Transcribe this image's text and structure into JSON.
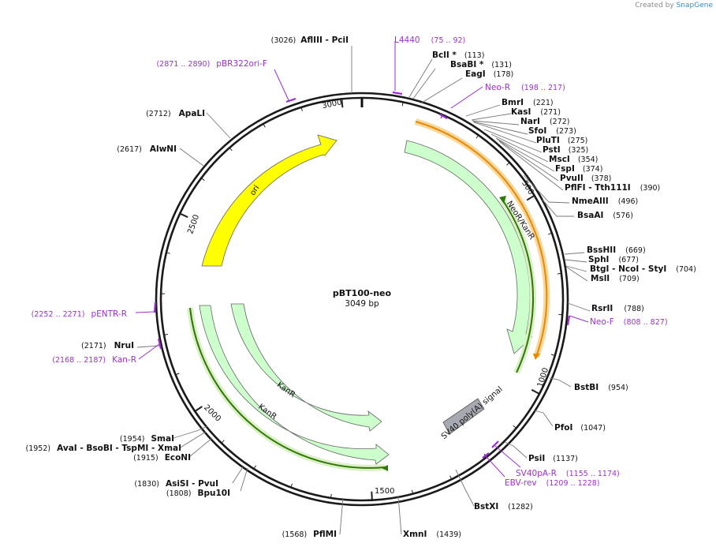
{
  "credit": {
    "prefix": "Created by",
    "brand": "SnapGene"
  },
  "plasmid": {
    "name": "pBT100-neo",
    "length_label": "3049 bp",
    "length": 3049
  },
  "ticks": [
    "500",
    "1000",
    "1500",
    "2000",
    "2500",
    "3000"
  ],
  "sites": [
    {
      "name": "AflIII  - PciI",
      "pos": "(3026)"
    },
    {
      "name": "BclI *",
      "pos": "(113)"
    },
    {
      "name": "BsaBI *",
      "pos": "(131)"
    },
    {
      "name": "EagI",
      "pos": "(178)"
    },
    {
      "name": "BmrI",
      "pos": "(221)"
    },
    {
      "name": "KasI",
      "pos": "(271)"
    },
    {
      "name": "NarI",
      "pos": "(272)"
    },
    {
      "name": "SfoI",
      "pos": "(273)"
    },
    {
      "name": "PluTI",
      "pos": "(275)"
    },
    {
      "name": "PstI",
      "pos": "(325)"
    },
    {
      "name": "MscI",
      "pos": "(354)"
    },
    {
      "name": "FspI",
      "pos": "(374)"
    },
    {
      "name": "PvuII",
      "pos": "(378)"
    },
    {
      "name": "PflFI  - Tth111I",
      "pos": "(390)"
    },
    {
      "name": "NmeAIII",
      "pos": "(496)"
    },
    {
      "name": "BsaAI",
      "pos": "(576)"
    },
    {
      "name": "BssHII",
      "pos": "(669)"
    },
    {
      "name": "SphI",
      "pos": "(677)"
    },
    {
      "name": "BtgI  - NcoI  - StyI",
      "pos": "(704)"
    },
    {
      "name": "MslI",
      "pos": "(709)"
    },
    {
      "name": "RsrII",
      "pos": "(788)"
    },
    {
      "name": "BstBI",
      "pos": "(954)"
    },
    {
      "name": "PfoI",
      "pos": "(1047)"
    },
    {
      "name": "PsiI",
      "pos": "(1137)"
    },
    {
      "name": "BstXI",
      "pos": "(1282)"
    },
    {
      "name": "XmnI",
      "pos": "(1439)"
    },
    {
      "name": "PflMI",
      "pos": "(1568)"
    },
    {
      "name": "AsiSI  - PvuI",
      "pos": "(1830)"
    },
    {
      "name": "Bpu10I",
      "pos": "(1808)"
    },
    {
      "name": "EcoNI",
      "pos": "(1915)"
    },
    {
      "name": "SmaI",
      "pos": "(1954)"
    },
    {
      "name": "AvaI  - BsoBI  - TspMI  - XmaI",
      "pos": "(1952)"
    },
    {
      "name": "NruI",
      "pos": "(2171)"
    },
    {
      "name": "AlwNI",
      "pos": "(2617)"
    },
    {
      "name": "ApaLI",
      "pos": "(2712)"
    }
  ],
  "primers": [
    {
      "name": "L4440",
      "range": "(75 .. 92)"
    },
    {
      "name": "Neo-R",
      "range": "(198 .. 217)"
    },
    {
      "name": "Neo-F",
      "range": "(808 .. 827)"
    },
    {
      "name": "SV40pA-R",
      "range": "(1155 .. 1174)"
    },
    {
      "name": "EBV-rev",
      "range": "(1209 .. 1228)"
    },
    {
      "name": "Kan-R",
      "range": "(2168 .. 2187)"
    },
    {
      "name": "pENTR-R",
      "range": "(2252 .. 2271)"
    },
    {
      "name": "pBR322ori-F",
      "range": "(2871 .. 2890)"
    }
  ],
  "features": [
    {
      "name": "ori",
      "color": "#ffff00"
    },
    {
      "name": "NeoR/KanR",
      "color": "#ccffcc"
    },
    {
      "name": "KanR",
      "color": "#ccffcc"
    },
    {
      "name": "KanR",
      "color": "#ccffcc"
    },
    {
      "name": "SV40 poly(A) signal",
      "color": "#a6aab0"
    }
  ],
  "colors": {
    "primer": "#9b2fd1",
    "orf_orange": "#e88a00",
    "orf_green": "#2d7a00",
    "backbone": "#1a1a1a"
  }
}
